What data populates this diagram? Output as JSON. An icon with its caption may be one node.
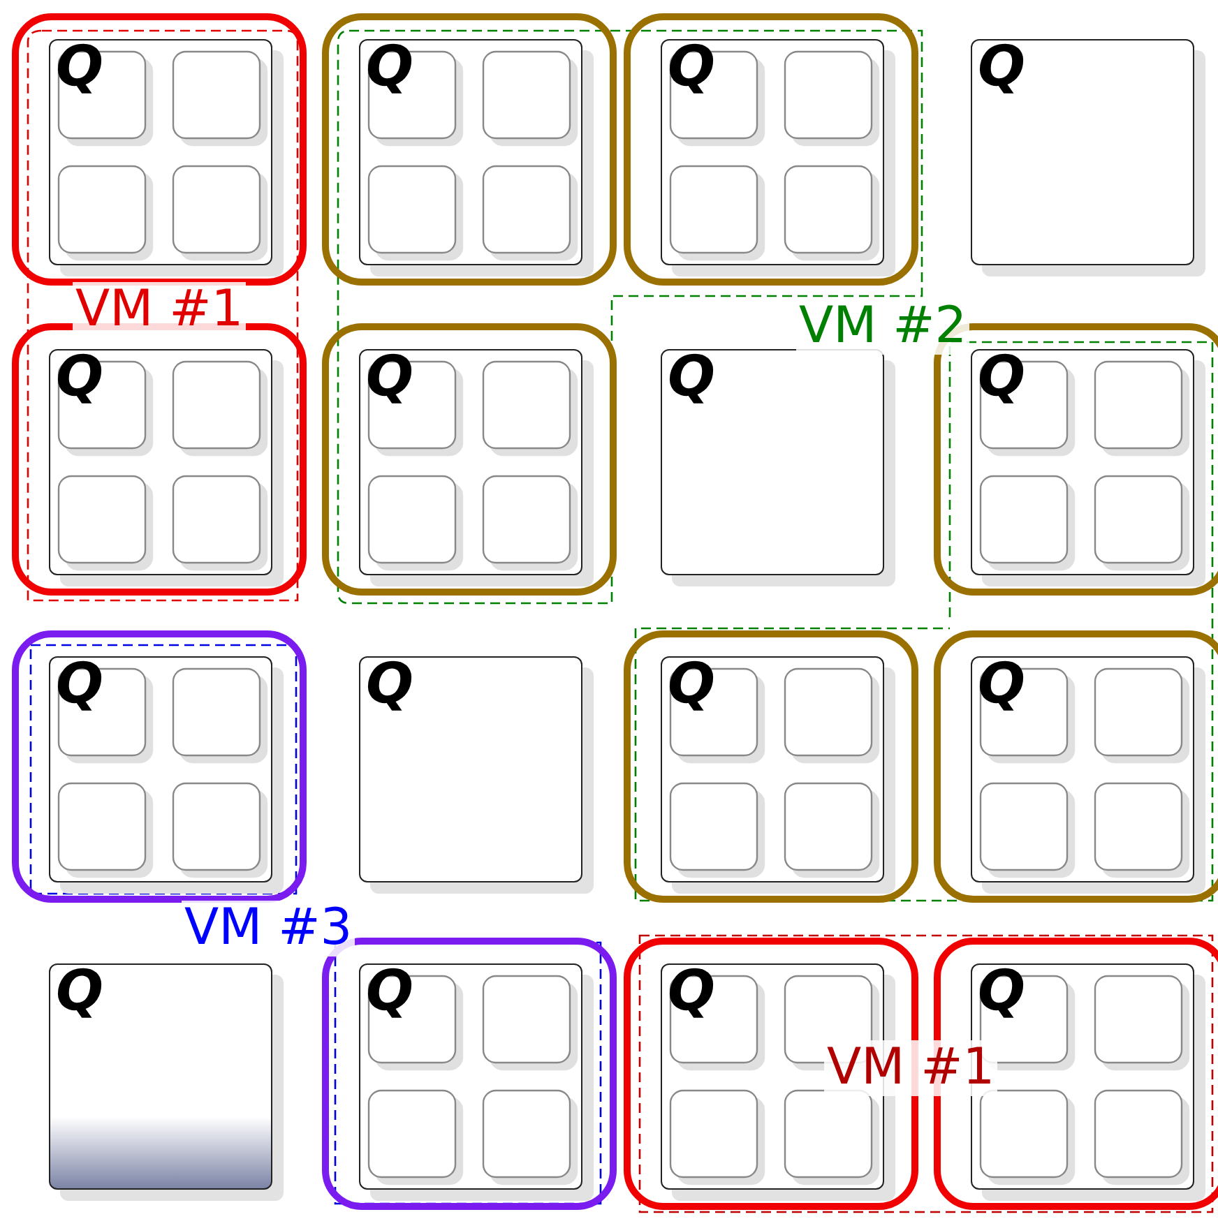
{
  "diagram": {
    "nodes": [
      {
        "text": [
          "Q"
        ]
      },
      {
        "text": [
          "Q"
        ]
      },
      {
        "text": [
          "Q"
        ]
      },
      {
        "text": [
          "Q"
        ]
      },
      {
        "text": [
          "Q"
        ]
      },
      {
        "text": [
          "Q"
        ]
      },
      {
        "text": [
          "Q"
        ]
      },
      {
        "text": [
          "Q"
        ]
      },
      {
        "text": [
          "Q"
        ]
      },
      {
        "text": [
          "Q"
        ]
      },
      {
        "text": [
          "Q"
        ]
      },
      {
        "text": [
          "Q"
        ]
      },
      {
        "text": [
          "Q"
        ]
      },
      {
        "text": [
          "Q"
        ]
      },
      {
        "text": [
          "Q"
        ]
      },
      {
        "text": [
          "Q"
        ]
      }
    ],
    "labels": [
      "VM #1",
      "VM #2",
      "VM #3",
      "VM #1"
    ]
  }
}
